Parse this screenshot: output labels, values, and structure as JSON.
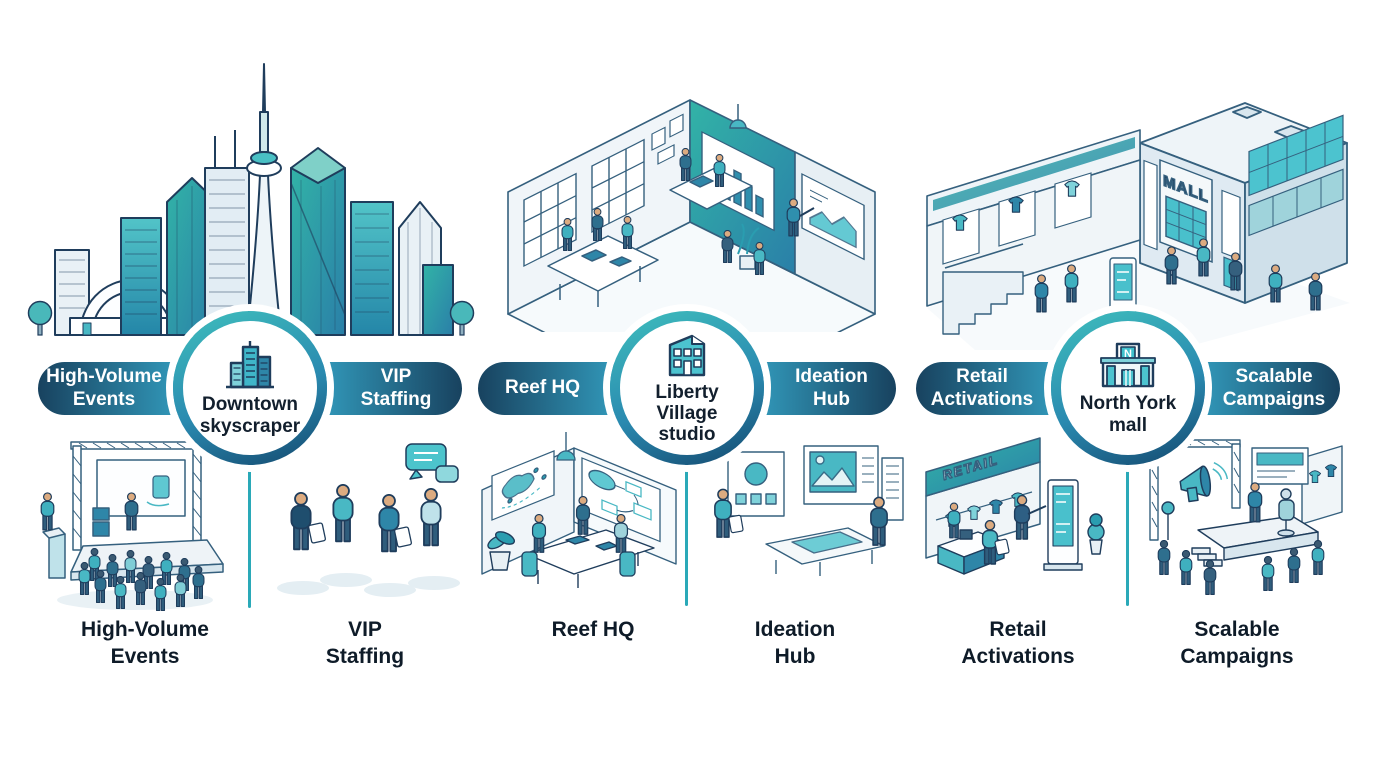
{
  "colors": {
    "background": "#ffffff",
    "ribbon_outer": "#18425f",
    "ribbon_inner": "#3093b4",
    "ring_teal": "#3fbfbd",
    "ring_navy": "#14486e",
    "illustration_outline": "#1f3d5c",
    "teal_accent": "#35aebd",
    "divider": "#2aa9b8",
    "text_dark": "#0e1b28"
  },
  "panels": [
    {
      "id": "downtown-skyscraper",
      "hub": {
        "icon": "skyscraper-icon",
        "lines": [
          "Downtown",
          "skyscraper"
        ]
      },
      "ribbon_left": {
        "lines": [
          "High-Volume",
          "Events"
        ]
      },
      "ribbon_right": {
        "lines": [
          "VIP",
          "Staffing"
        ]
      },
      "caption_left": {
        "lines": [
          "High-Volume",
          "Events"
        ]
      },
      "caption_right": {
        "lines": [
          "VIP",
          "Staffing"
        ]
      },
      "scenes": {
        "top": "toronto-downtown-skyline",
        "bottom_left": "high-volume-event-stage-crowd",
        "bottom_right": "vip-staffing-professionals"
      }
    },
    {
      "id": "liberty-village-studio",
      "hub": {
        "icon": "studio-building-icon",
        "lines": [
          "Liberty",
          "Village",
          "studio"
        ]
      },
      "ribbon_left": {
        "lines": [
          "Reef HQ"
        ]
      },
      "ribbon_right": {
        "lines": [
          "Ideation",
          "Hub"
        ]
      },
      "caption_left": {
        "lines": [
          "Reef HQ"
        ]
      },
      "caption_right": {
        "lines": [
          "Ideation",
          "Hub"
        ]
      },
      "scenes": {
        "top": "open-plan-office-isometric",
        "bottom_left": "reef-hq-workroom",
        "bottom_right": "ideation-hub-pinboards"
      }
    },
    {
      "id": "north-york-mall",
      "hub": {
        "icon": "mall-building-icon",
        "icon_letter": "N",
        "lines": [
          "North York",
          "mall"
        ]
      },
      "ribbon_left": {
        "lines": [
          "Retail",
          "Activations"
        ]
      },
      "ribbon_right": {
        "lines": [
          "Scalable",
          "Campaigns"
        ]
      },
      "caption_left": {
        "lines": [
          "Retail",
          "Activations"
        ]
      },
      "caption_right": {
        "lines": [
          "Scalable",
          "Campaigns"
        ]
      },
      "scenes": {
        "top": "shopping-mall-exterior-isometric",
        "top_sign": "MALL",
        "bottom_left": "retail-activation-store",
        "bottom_left_banner": "RETAIL",
        "bottom_right": "scalable-campaign-stage"
      }
    }
  ]
}
